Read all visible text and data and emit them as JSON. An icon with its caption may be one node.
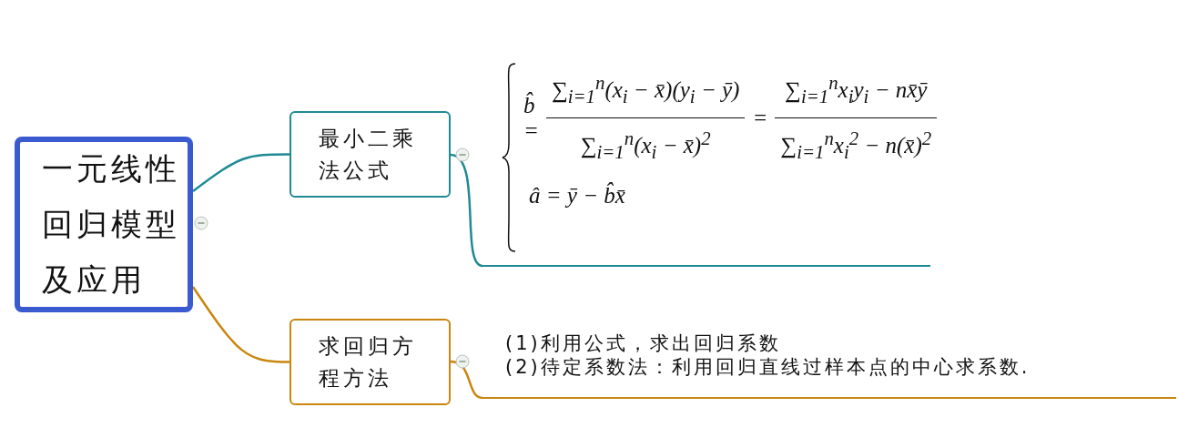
{
  "diagram": {
    "nodes": [
      {
        "text": [
          "一元线性回归模型及应用"
        ]
      },
      {
        "text": [
          "最小二乘法公式"
        ]
      },
      {
        "text": [
          "求回归方程方法"
        ]
      },
      {
        "text": [
          "b̂ =",
          "∑$_{i=1}$$^{n}$(x$_{i}$ − x̄)(y$_{i}$ − ȳ)",
          "∑$_{i=1}$$^{n}$(x$_{i}$ − x̄)$^{2}$",
          "=",
          "∑$_{i=1}$$^{n}$x$_{i}$y$_{i}$ − nx̄ȳ",
          "∑$_{i=1}$$^{n}$x$_{i}$$^{2}$ − n(x̄)$^{2}$",
          "â = ȳ − b̂x̄"
        ]
      },
      {
        "text": [
          "(1)利用公式，求出回归系数",
          "(2)待定系数法：利用回归直线过样本点的中心求系数."
        ]
      }
    ],
    "edges": [
      {
        "from": 0,
        "to": 1,
        "arrow": "none",
        "color": "#1f8a94"
      },
      {
        "from": 0,
        "to": 2,
        "arrow": "none",
        "color": "#c9860f"
      },
      {
        "from": 1,
        "to": 3,
        "arrow": "none",
        "color": "#1f8a94"
      },
      {
        "from": 2,
        "to": 4,
        "arrow": "none",
        "color": "#c9860f"
      }
    ]
  }
}
